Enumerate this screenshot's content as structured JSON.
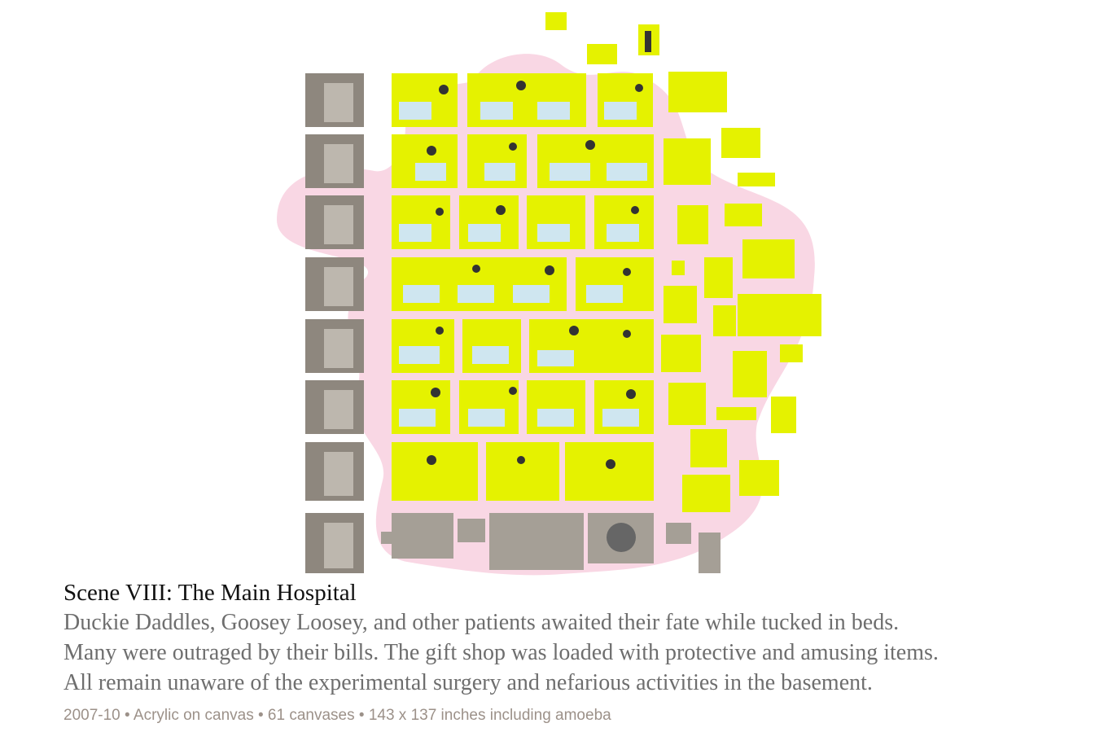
{
  "artwork": {
    "colors": {
      "amoeba": "#f9d7e4",
      "canvas": "#e5f200",
      "elevator": "#8e877e",
      "bed": "#cfe6f0",
      "figure_dark": "#333333"
    }
  },
  "caption": {
    "title": "Scene VIII: The Main Hospital",
    "lines": [
      "Duckie Daddles, Goosey Loosey, and other patients awaited their fate while tucked in beds.",
      "Many were outraged by their bills. The gift shop was loaded with protective and amusing items.",
      "All remain unaware of the experimental surgery and nefarious activities in the basement."
    ],
    "meta": "2007-10 • Acrylic on canvas • 61 canvases • 143 x 137 inches including amoeba"
  }
}
